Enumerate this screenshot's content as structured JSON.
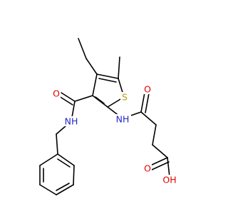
{
  "atoms": {
    "sulfur": "S",
    "amide_nh_left": "NH",
    "amide_nh_right": "NH",
    "amide_o_left": "O",
    "amide_o_right": "O",
    "acid_o": "O",
    "acid_oh": "OH"
  },
  "colors": {
    "sulfur": "#b8a000",
    "nitrogen": "#2525c8",
    "oxygen": "#e00000",
    "bond": "#000000"
  }
}
